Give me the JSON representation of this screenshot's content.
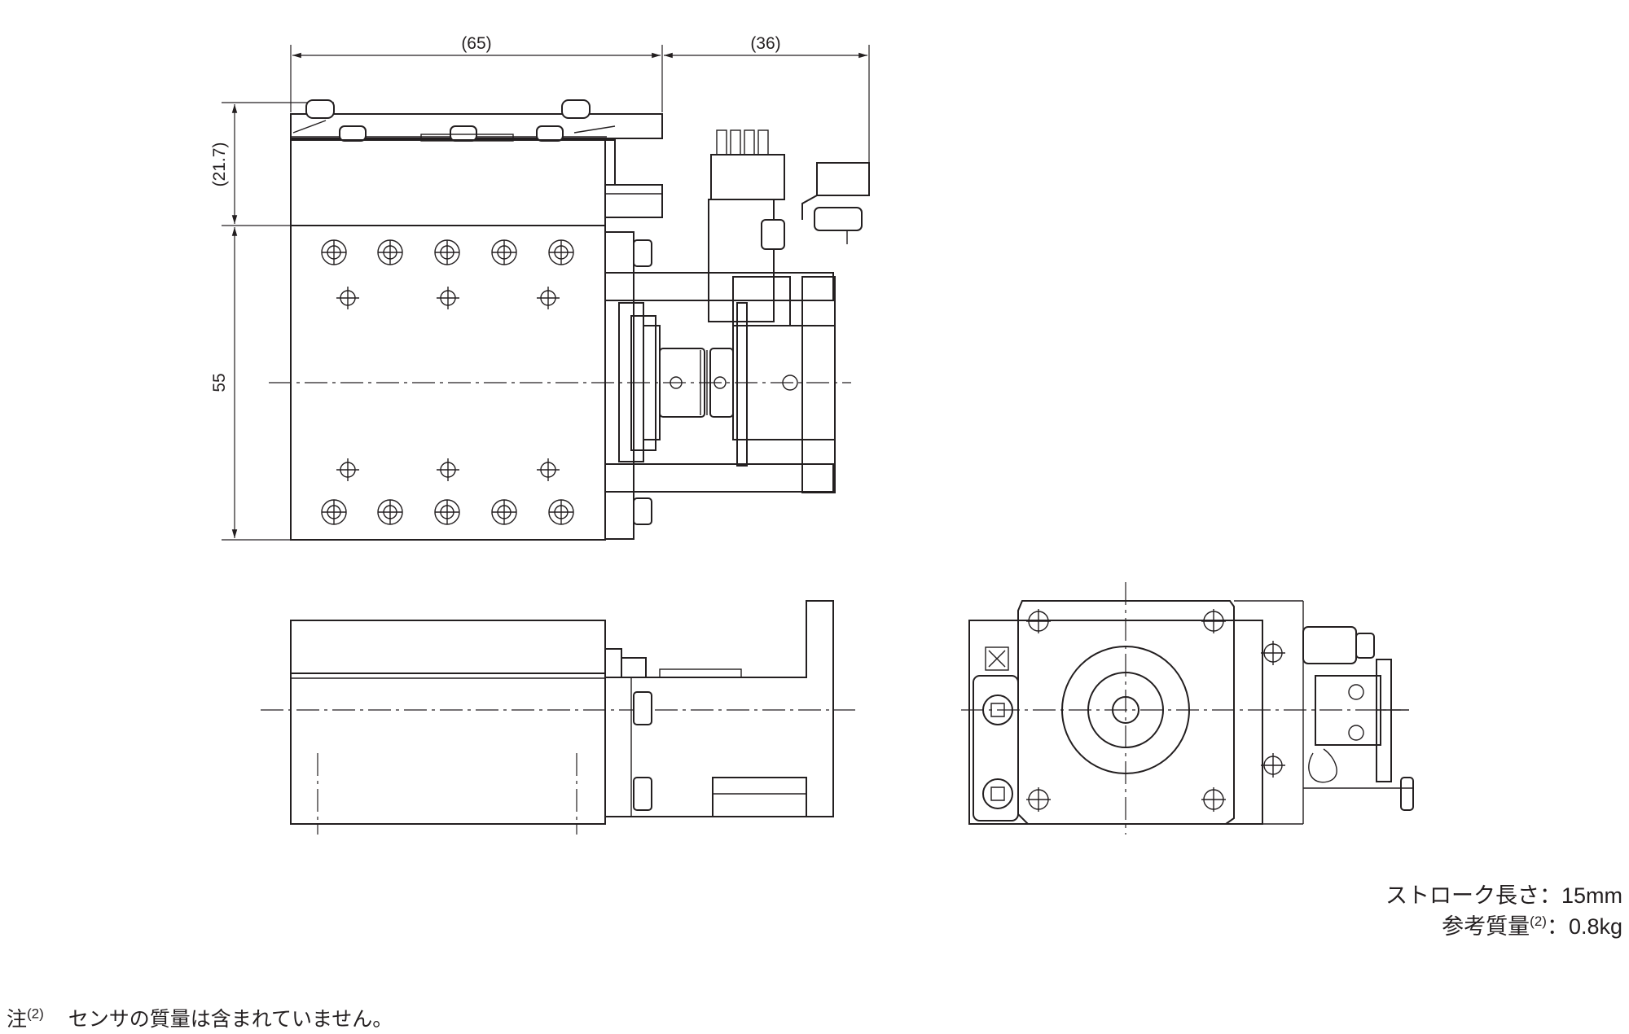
{
  "dimensions": {
    "width_total": "(65)",
    "motor_length": "(36)",
    "height_top": "(21.7)",
    "height_table": "55"
  },
  "specs": {
    "stroke_label": "ストローク長さ",
    "stroke_value": "15mm",
    "mass_label": "参考質量",
    "mass_ref": "(2)",
    "mass_value": "0.8kg",
    "separator": "："
  },
  "note": {
    "prefix": "注",
    "ref": "(2)",
    "text": "センサの質量は含まれていません。"
  }
}
